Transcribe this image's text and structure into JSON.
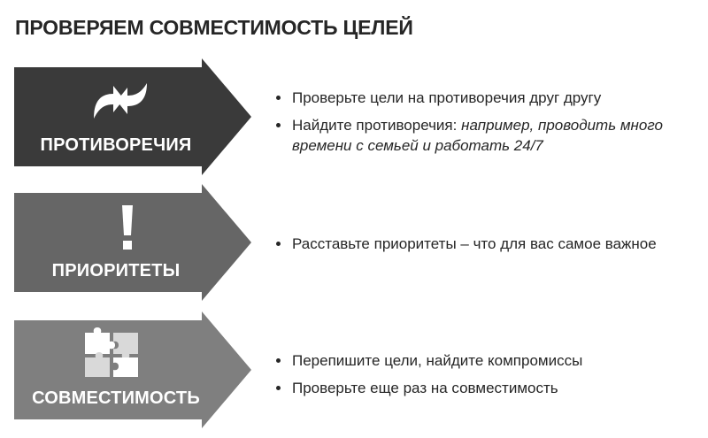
{
  "title": "ПРОВЕРЯЕМ СОВМЕСТИМОСТЬ ЦЕЛЕЙ",
  "colors": {
    "arrow_1": "#3a3a3a",
    "arrow_2": "#666666",
    "arrow_3": "#7f7f7f",
    "text": "#262626"
  },
  "steps": [
    {
      "label": "ПРОТИВОРЕЧИЯ",
      "icon": "opposing-arrows-icon",
      "bullets": [
        {
          "text": "Проверьте цели на противоречия друг другу"
        },
        {
          "text": "Найдите противоречия: ",
          "italic": "например, проводить много времени с семьей и работать 24/7"
        }
      ]
    },
    {
      "label": "ПРИОРИТЕТЫ",
      "icon": "exclamation-icon",
      "bullets": [
        {
          "text": "Расставьте приоритеты – что для вас самое важное"
        }
      ]
    },
    {
      "label": "СОВМЕСТИМОСТЬ",
      "icon": "puzzle-icon",
      "bullets": [
        {
          "text": "Перепишите цели, найдите компромиссы"
        },
        {
          "text": "Проверьте еще раз на совместимость"
        }
      ]
    }
  ]
}
